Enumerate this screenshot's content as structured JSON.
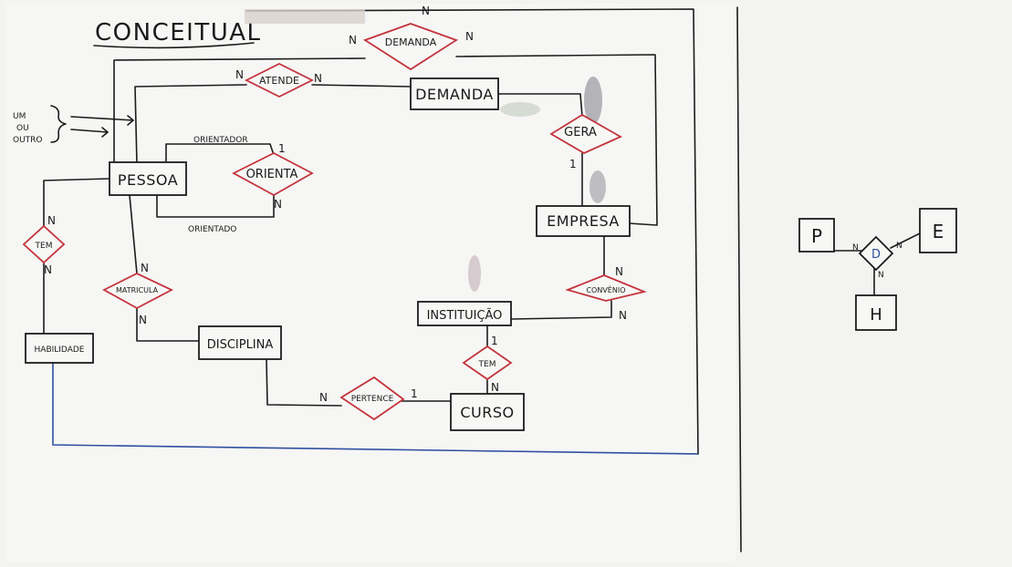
{
  "title": "CONCEITUAL",
  "annotation": [
    "UM",
    "OU",
    "OUTRO"
  ],
  "entities": {
    "pessoa": "PESSOA",
    "demanda": "DEMANDA",
    "empresa": "EMPRESA",
    "instituicao": "INSTITUIÇÃO",
    "disciplina": "DISCIPLINA",
    "curso": "CURSO",
    "habilidade": "HABILIDADE"
  },
  "relationships": {
    "demanda_top": "DEMANDA",
    "atende": "ATENDE",
    "gera": "GERA",
    "orienta": "ORIENTA",
    "tem_habilidade": "TEM",
    "matricula": "MATRICULA",
    "convenio": "CONVÊNIO",
    "tem_curso": "TEM",
    "pertence": "PERTENCE"
  },
  "roles": {
    "orientador": "ORIENTADOR",
    "orientado": "ORIENTADO"
  },
  "cardinality": {
    "many": "N",
    "one": "1"
  },
  "ternary": {
    "e1": "P",
    "e2": "E",
    "e3": "H",
    "rel": "D"
  }
}
